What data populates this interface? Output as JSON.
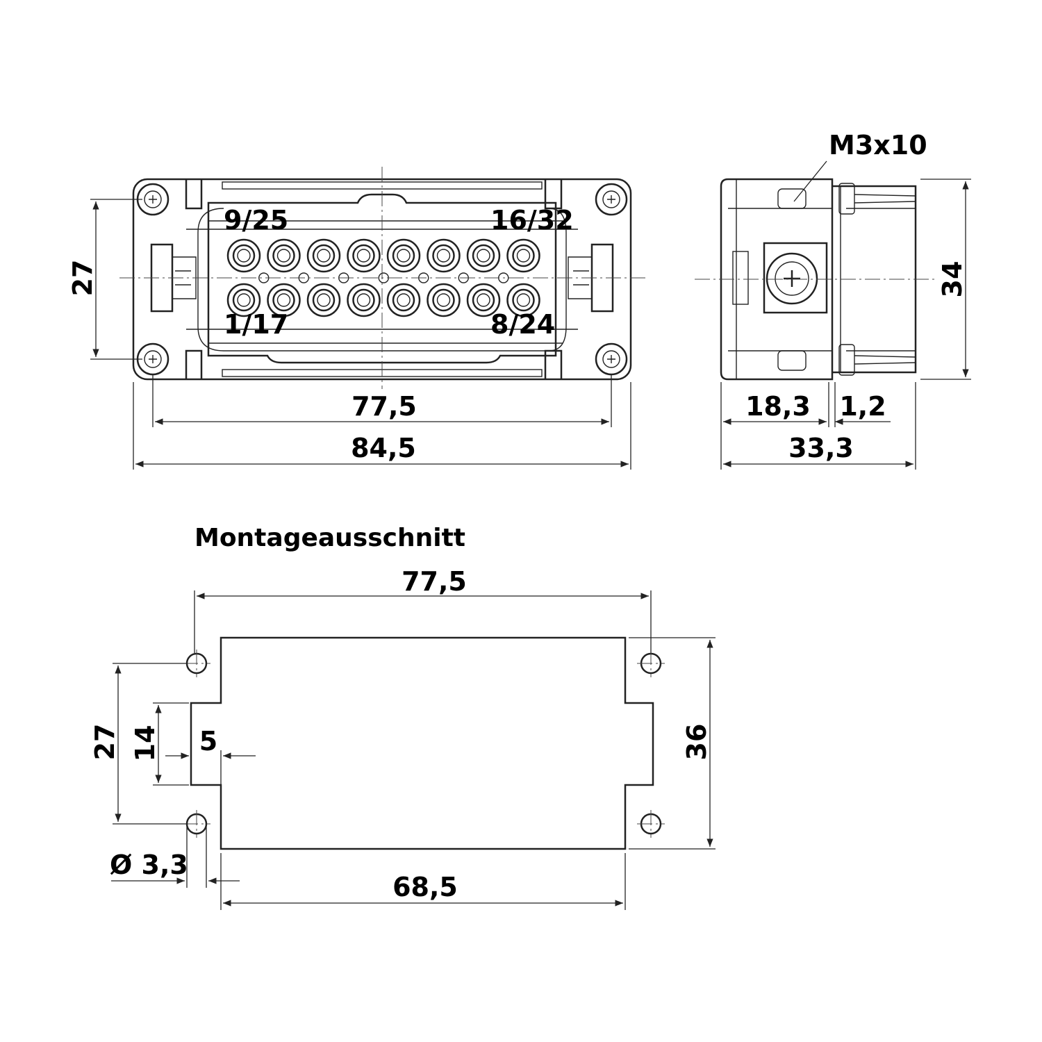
{
  "front_view": {
    "pin_labels": {
      "top_left": "9/25",
      "top_right": "16/32",
      "bottom_left": "1/17",
      "bottom_right": "8/24"
    },
    "dim_height": "27",
    "dim_inner_width": "77,5",
    "dim_outer_width": "84,5"
  },
  "side_view": {
    "screw_label": "M3x10",
    "dim_height": "34",
    "dim_depth_main": "18,3",
    "dim_flange": "1,2",
    "dim_total_depth": "33,3"
  },
  "cutout": {
    "title": "Montageausschnitt",
    "dim_hole_spacing": "77,5",
    "dim_height_27": "27",
    "dim_height_14": "14",
    "dim_offset_5": "5",
    "dim_height_36": "36",
    "dim_hole_diameter": "Ø 3,3",
    "dim_width_68_5": "68,5"
  }
}
